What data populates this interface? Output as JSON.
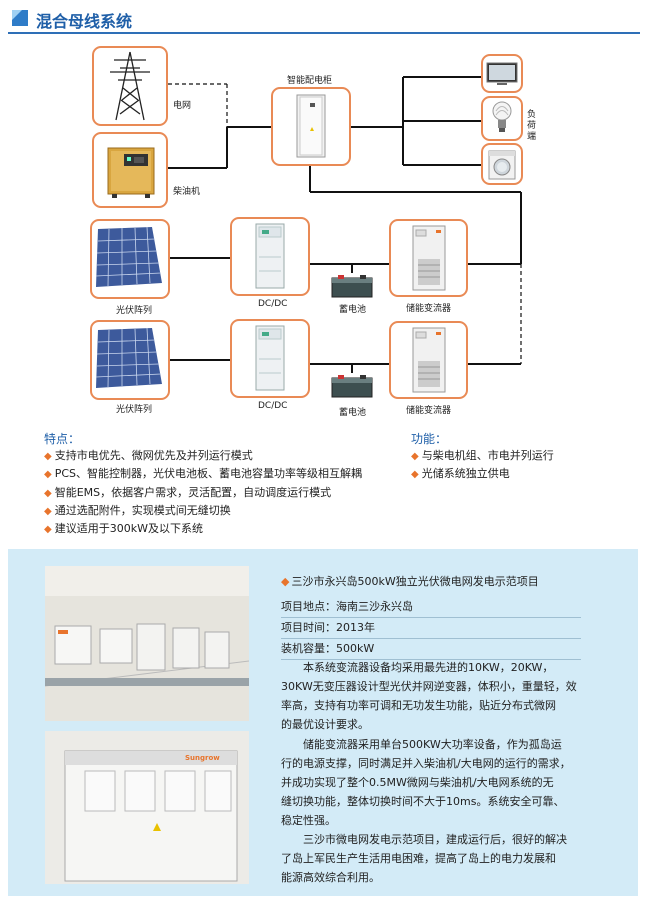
{
  "header": {
    "title": "混合母线系统"
  },
  "diagram": {
    "labels": {
      "grid": "电网",
      "diesel": "柴油机",
      "cabinet": "智能配电柜",
      "load": "负荷端",
      "pv1": "光伏阵列",
      "dcdc1": "DC/DC",
      "battery1": "蓄电池",
      "pcs1": "储能变流器",
      "pv2": "光伏阵列",
      "dcdc2": "DC/DC",
      "battery2": "蓄电池",
      "pcs2": "储能变流器"
    }
  },
  "features": {
    "heading": "特点：",
    "items": [
      "支持市电优先、微网优先及并列运行模式",
      "PCS、智能控制器，光伏电池板、蓄电池容量功率等级相互解耦",
      "智能EMS，依据客户需求，灵活配置，自动调度运行模式",
      "通过选配附件，实现模式间无缝切换",
      "建议适用于300kW及以下系统"
    ]
  },
  "functions": {
    "heading": "功能：",
    "items": [
      "与柴电机组、市电并列运行",
      "光储系统独立供电"
    ]
  },
  "project": {
    "title": "三沙市永兴岛500kW独立光伏微电网发电示范项目",
    "location": "项目地点：海南三沙永兴岛",
    "time": "项目时间：2013年",
    "capacity": "装机容量：500kW",
    "para1": [
      "本系统变流器设备均采用最先进的10KW，20KW，",
      "30KW无变压器设计型光伏并网逆变器，体积小，重量轻，效",
      "率高，支持有功率可调和无功发生功能，贴近分布式微网",
      "的最优设计要求。"
    ],
    "para2": [
      "储能变流器采用单台500KW大功率设备，作为孤岛运",
      "行的电源支撑，同时满足并入柴油机/大电网的运行的需求，",
      "并成功实现了整个0.5MW微网与柴油机/大电网系统的无",
      "缝切换功能，整体切换时间不大于10ms。系统安全可靠、",
      "稳定性强。"
    ],
    "para3": [
      "三沙市微电网发电示范项目，建成运行后，很好的解决",
      "了岛上军民生产生活用电困难，提高了岛上的电力发展和",
      "能源高效综合利用。"
    ],
    "photo_brand": "Sungrow"
  }
}
